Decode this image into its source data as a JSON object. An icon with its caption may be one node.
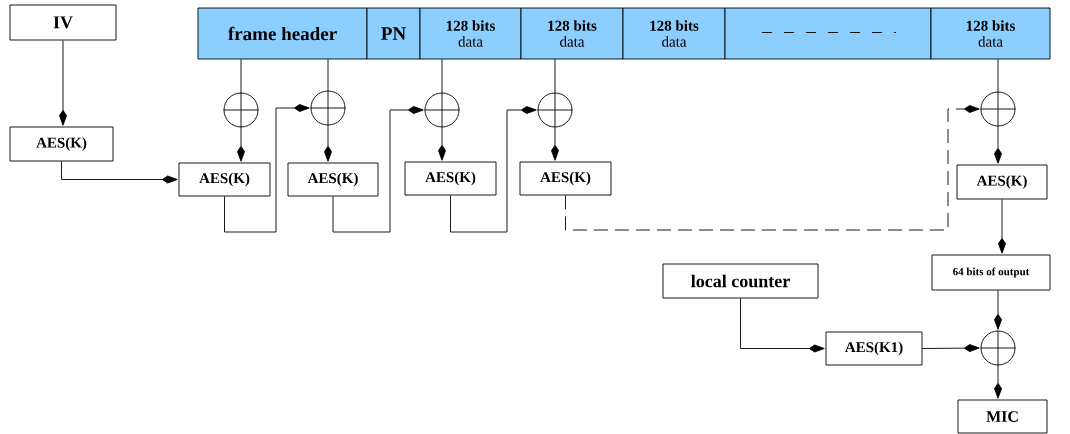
{
  "diagram": {
    "nodes": [
      {
        "text": [
          "IV"
        ]
      },
      {
        "text": [
          "frame header"
        ]
      },
      {
        "text": [
          "PN"
        ]
      },
      {
        "text": [
          "128 bits",
          "data"
        ]
      },
      {
        "text": [
          "128 bits",
          "data"
        ]
      },
      {
        "text": [
          "128 bits",
          "data"
        ]
      },
      {
        "text": [],
        "shape": "box"
      },
      {
        "text": [
          "128 bits",
          "data"
        ]
      },
      {
        "text": [
          "AES(K)"
        ]
      },
      {
        "text": [],
        "shape": "circle"
      },
      {
        "text": [],
        "shape": "circle"
      },
      {
        "text": [],
        "shape": "circle"
      },
      {
        "text": [],
        "shape": "circle"
      },
      {
        "text": [],
        "shape": "circle"
      },
      {
        "text": [
          "AES(K)"
        ]
      },
      {
        "text": [
          "AES(K)"
        ]
      },
      {
        "text": [
          "AES(K)"
        ]
      },
      {
        "text": [
          "AES(K)"
        ]
      },
      {
        "text": [
          "AES(K)"
        ]
      },
      {
        "text": [
          "64 bits of output"
        ]
      },
      {
        "text": [
          "local counter"
        ]
      },
      {
        "text": [
          "AES(K1)"
        ]
      },
      {
        "text": [],
        "shape": "circle"
      },
      {
        "text": [
          "MIC"
        ]
      }
    ],
    "edges": [
      {
        "from": 0,
        "to": 8,
        "arrow": "to"
      },
      {
        "from": 8,
        "to": 14,
        "arrow": "to"
      },
      {
        "from": 1,
        "to": 9,
        "arrow": "none"
      },
      {
        "from": 9,
        "to": 14,
        "arrow": "to"
      },
      {
        "from": 1,
        "to": 10,
        "arrow": "none"
      },
      {
        "from": 10,
        "to": 15,
        "arrow": "to"
      },
      {
        "from": 3,
        "to": 11,
        "arrow": "none"
      },
      {
        "from": 11,
        "to": 16,
        "arrow": "to"
      },
      {
        "from": 4,
        "to": 12,
        "arrow": "none"
      },
      {
        "from": 12,
        "to": 17,
        "arrow": "to"
      },
      {
        "from": 7,
        "to": 13,
        "arrow": "none"
      },
      {
        "from": 13,
        "to": 18,
        "arrow": "to"
      },
      {
        "from": 14,
        "to": 10,
        "arrow": "to"
      },
      {
        "from": 15,
        "to": 11,
        "arrow": "to"
      },
      {
        "from": 16,
        "to": 12,
        "arrow": "to"
      },
      {
        "from": 17,
        "to": 13,
        "arrow": "to",
        "style": "dashed"
      },
      {
        "from": 18,
        "to": 19,
        "arrow": "to"
      },
      {
        "from": 19,
        "to": 22,
        "arrow": "to"
      },
      {
        "from": 20,
        "to": 21,
        "arrow": "to"
      },
      {
        "from": 21,
        "to": 22,
        "arrow": "to"
      },
      {
        "from": 22,
        "to": 23,
        "arrow": "to"
      }
    ]
  }
}
